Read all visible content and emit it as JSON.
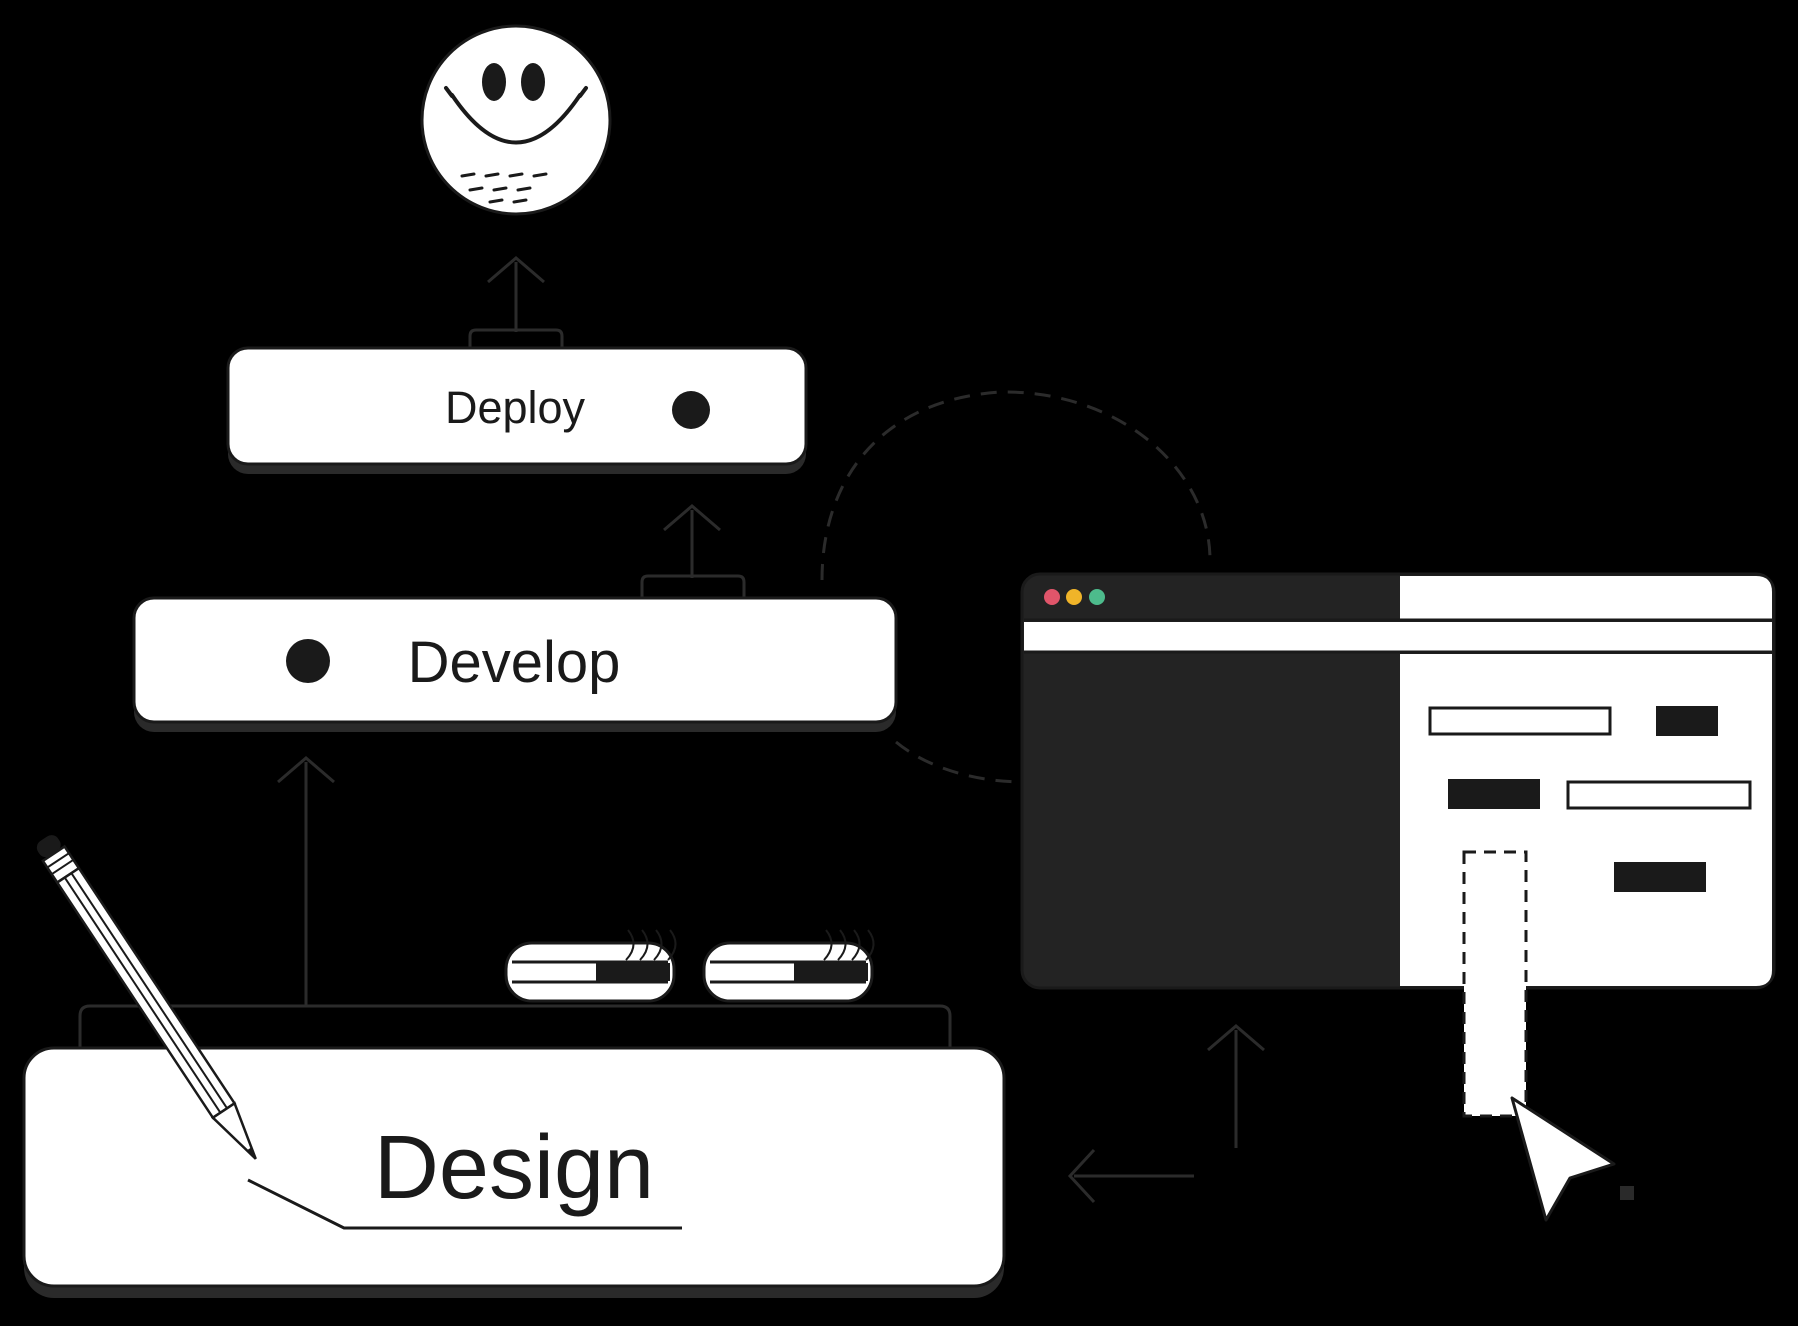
{
  "diagram": {
    "stages": {
      "deploy": {
        "label": "Deploy"
      },
      "develop": {
        "label": "Develop"
      },
      "design": {
        "label": "Design"
      }
    },
    "outcome": {
      "icon": "smiley-face-icon"
    },
    "window_controls": {
      "close_color": "#e0556a",
      "minimize_color": "#f0b429",
      "maximize_color": "#4dbb8c"
    },
    "colors": {
      "background": "#000000",
      "card": "#ffffff",
      "ink": "#1a1a1a",
      "panel_dark": "#232323",
      "line": "#2b2b2b"
    },
    "icons": [
      "smiley-face-icon",
      "pencil-icon",
      "cursor-icon",
      "arrow-up-icon",
      "arrow-left-icon",
      "battery-pill-icon"
    ]
  }
}
